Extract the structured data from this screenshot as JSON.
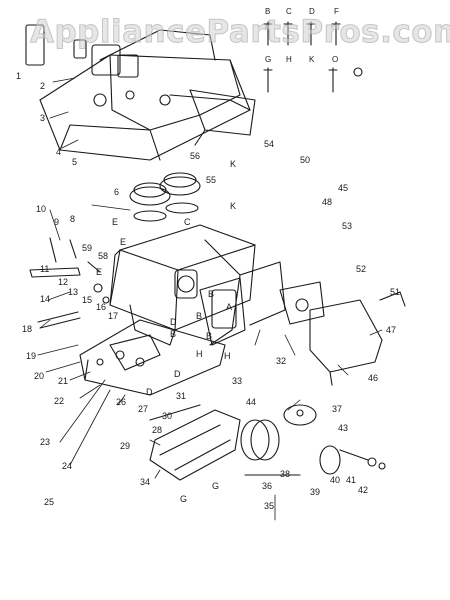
{
  "watermark": "AppliancePartsPros.com",
  "key_letters": [
    "B",
    "C",
    "D",
    "F",
    "G",
    "H",
    "K",
    "O"
  ],
  "part_numbers": [
    "1",
    "2",
    "3",
    "4",
    "5",
    "6",
    "8",
    "9",
    "10",
    "11",
    "12",
    "13",
    "14",
    "15",
    "16",
    "17",
    "18",
    "19",
    "20",
    "21",
    "22",
    "23",
    "24",
    "25",
    "26",
    "27",
    "28",
    "29",
    "30",
    "31",
    "32",
    "33",
    "34",
    "35",
    "36",
    "37",
    "38",
    "39",
    "40",
    "41",
    "42",
    "43",
    "44",
    "45",
    "46",
    "47",
    "48",
    "50",
    "51",
    "52",
    "53",
    "54",
    "55",
    "56",
    "58",
    "59"
  ],
  "assembly_letters": [
    "A",
    "B",
    "C",
    "D",
    "E",
    "G",
    "H",
    "K"
  ],
  "colors": {
    "ink": "#1a1a1a",
    "paper": "#ffffff"
  }
}
